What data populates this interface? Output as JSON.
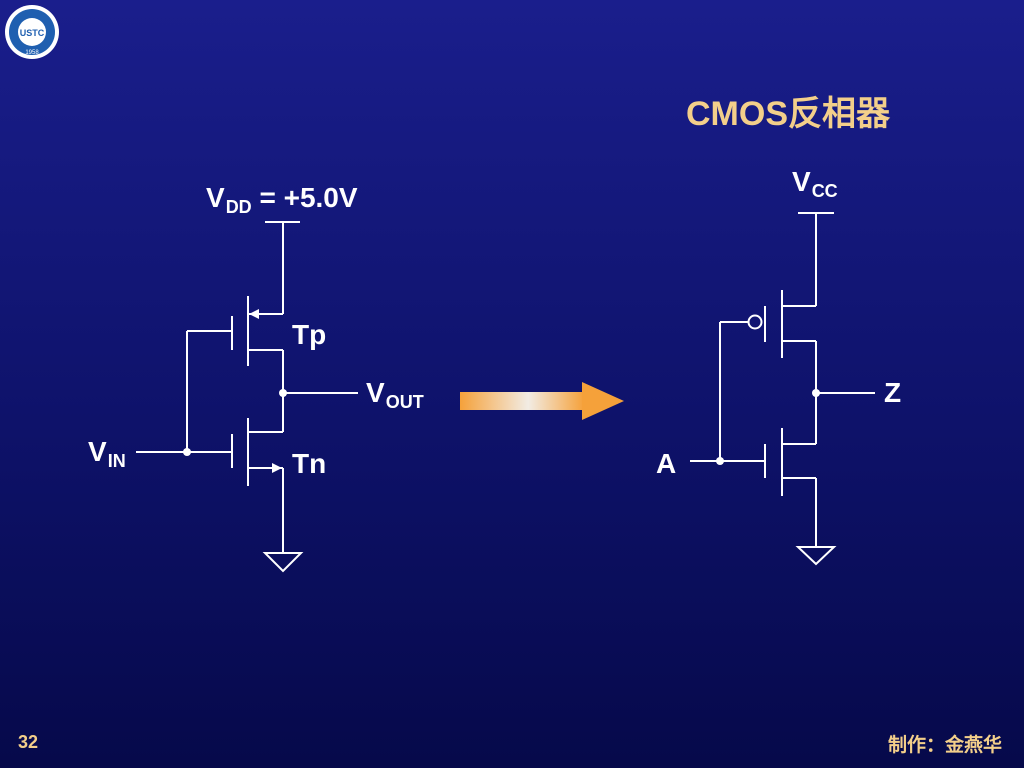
{
  "slide": {
    "title": "CMOS反相器",
    "page_number": "32",
    "author": "制作：金燕华",
    "logo_text": "USTC",
    "logo_year": "1958"
  },
  "left_circuit": {
    "vdd_main": "V",
    "vdd_sub": "DD",
    "vdd_value": " = +5.0V",
    "tp_label": "Tp",
    "tn_label": "Tn",
    "vin_main": "V",
    "vin_sub": "IN",
    "vout_main": "V",
    "vout_sub": "OUT"
  },
  "right_circuit": {
    "vcc_main": "V",
    "vcc_sub": "CC",
    "input_label": "A",
    "output_label": "Z"
  },
  "colors": {
    "title": "#f3cf8a",
    "wire": "#ffffff",
    "arrow_start": "#f5a13a",
    "arrow_mid": "#f0f0f0",
    "background_top": "#1a1e8c",
    "background_bottom": "#06094a"
  }
}
